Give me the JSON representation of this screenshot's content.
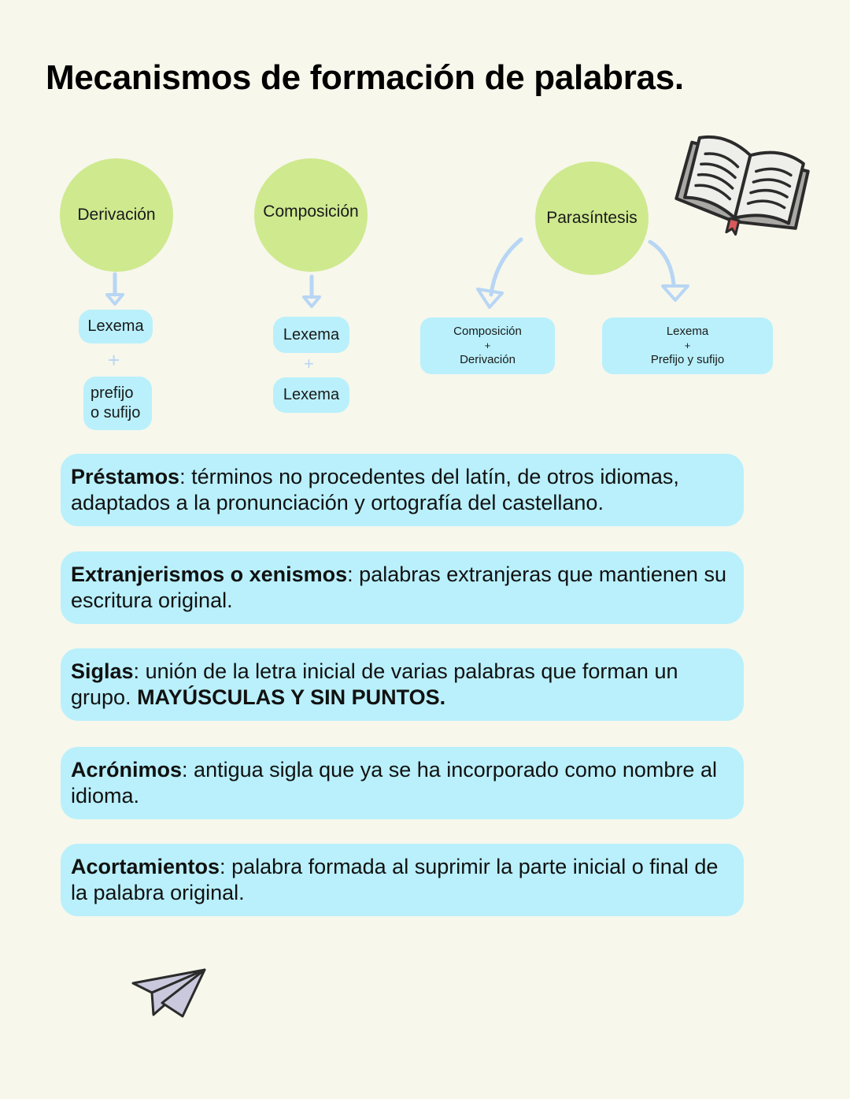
{
  "title": "Mecanismos de formación de palabras.",
  "diagram": {
    "derivacion": {
      "label": "Derivación",
      "parts": [
        "Lexema",
        "+",
        "prefijo",
        "o sufijo"
      ]
    },
    "composicion": {
      "label": "Composición",
      "parts": [
        "Lexema",
        "+",
        "Lexema"
      ]
    },
    "parasintesis": {
      "label": "Parasíntesis",
      "left_box": [
        "Composición",
        "+",
        "Derivación"
      ],
      "right_box": [
        "Lexema",
        "+",
        "Prefijo y sufijo"
      ]
    }
  },
  "cards": [
    {
      "term": "Préstamos",
      "sep": ":",
      "text": " términos no procedentes del latín, de otros idiomas, adaptados a la pronunciación y ortografía del castellano.",
      "emph": ""
    },
    {
      "term": "Extranjerismos o xenismos",
      "sep": ":",
      "text": " palabras extranjeras que mantienen su escritura original.",
      "emph": ""
    },
    {
      "term": "Siglas",
      "sep": ":",
      "text": " unión de la letra inicial de varias palabras que forman un grupo. ",
      "emph": "MAYÚSCULAS Y SIN PUNTOS."
    },
    {
      "term": "Acrónimos",
      "sep": ":",
      "text": " antigua sigla que ya se ha incorporado como nombre al idioma.",
      "emph": ""
    },
    {
      "term": "Acortamientos",
      "sep": ":",
      "text": " palabra formada al suprimir la parte inicial o final de la palabra original.",
      "emph": ""
    }
  ],
  "icons": {
    "book": "open-book-icon",
    "plane": "paper-plane-icon"
  },
  "colors": {
    "background": "#f7f7ec",
    "circle": "#cfe98f",
    "pill": "#b9f0fb",
    "arrow": "#b8d6f4",
    "bookmark": "#d9595a"
  }
}
